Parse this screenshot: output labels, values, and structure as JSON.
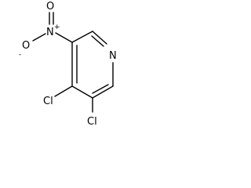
{
  "molecule": {
    "atoms": {
      "nitro_o_top": "O",
      "nitro_o_left": "O",
      "nitro_o_left_charge": "-",
      "nitro_n": "N",
      "nitro_n_charge": "+",
      "ring_n": "N",
      "cl_4": "Cl",
      "cl_3": "Cl"
    }
  }
}
